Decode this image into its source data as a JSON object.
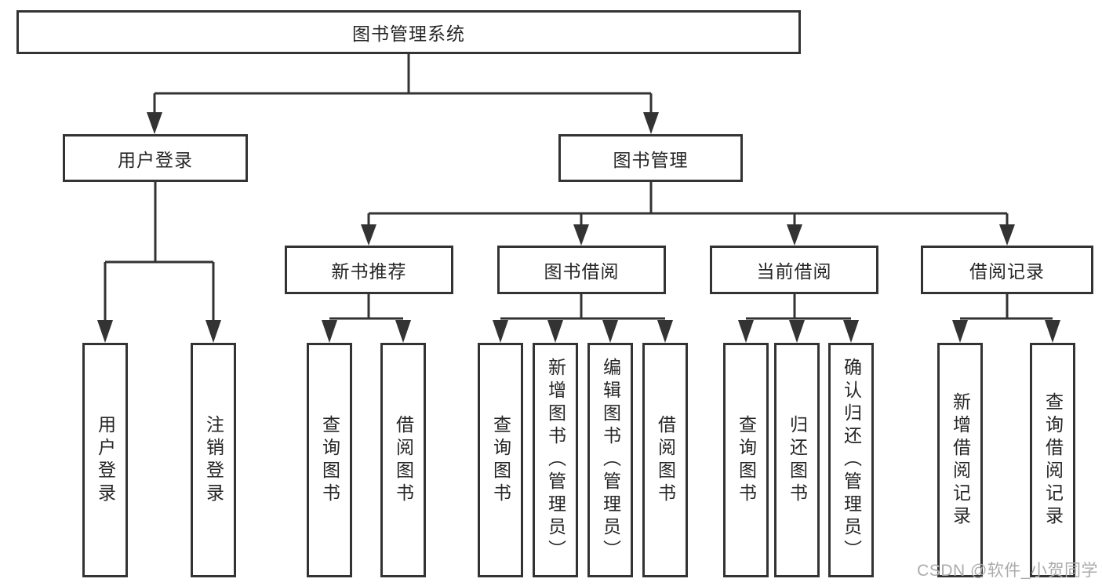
{
  "root": {
    "label": "图书管理系统"
  },
  "branches": [
    {
      "label": "用户登录"
    },
    {
      "label": "图书管理"
    }
  ],
  "modules": [
    {
      "label": "新书推荐"
    },
    {
      "label": "图书借阅"
    },
    {
      "label": "当前借阅"
    },
    {
      "label": "借阅记录"
    }
  ],
  "leaves": [
    {
      "label": "用户登录"
    },
    {
      "label": "注销登录"
    },
    {
      "label": "查询图书"
    },
    {
      "label": "借阅图书"
    },
    {
      "label": "查询图书"
    },
    {
      "label": "新增图书（管理员）"
    },
    {
      "label": "编辑图书（管理员）"
    },
    {
      "label": "借阅图书"
    },
    {
      "label": "查询图书"
    },
    {
      "label": "归还图书"
    },
    {
      "label": "确认归还（管理员）"
    },
    {
      "label": "新增借阅记录"
    },
    {
      "label": "查询借阅记录"
    }
  ],
  "watermark": {
    "text": "CSDN @软件_小贺同学"
  },
  "colors": {
    "line": "#333333",
    "text": "#262626",
    "watermark": "#ababab",
    "background": "#ffffff"
  }
}
